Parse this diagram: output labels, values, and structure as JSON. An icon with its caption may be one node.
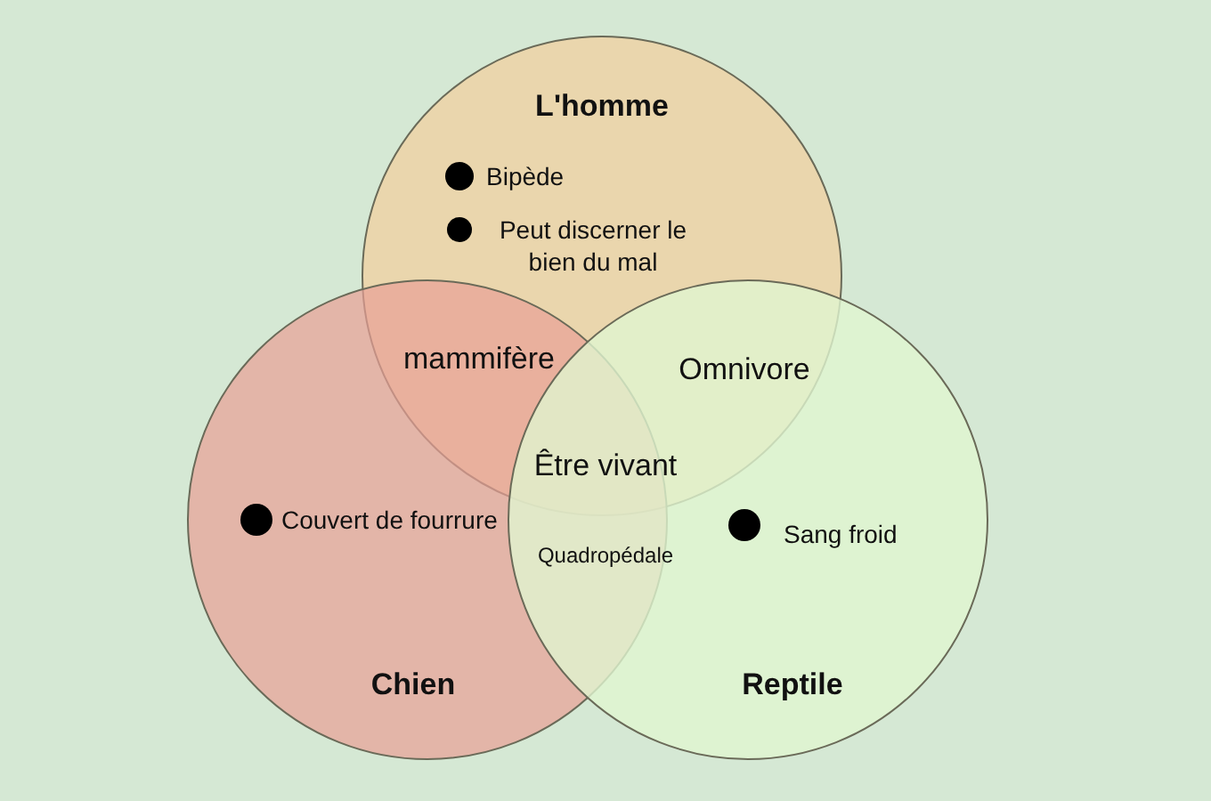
{
  "diagram": {
    "nodes": [
      {
        "text": [
          "L'homme"
        ]
      },
      {
        "text": [
          "Chien"
        ]
      },
      {
        "text": [
          "Reptile"
        ]
      }
    ],
    "edges": [],
    "labels": [
      "Bipède",
      "Peut discerner le bien du mal",
      "mammifère",
      "Omnivore",
      "Être vivant",
      "Couvert de fourrure",
      "Sang froid",
      "Quadropédale"
    ]
  }
}
